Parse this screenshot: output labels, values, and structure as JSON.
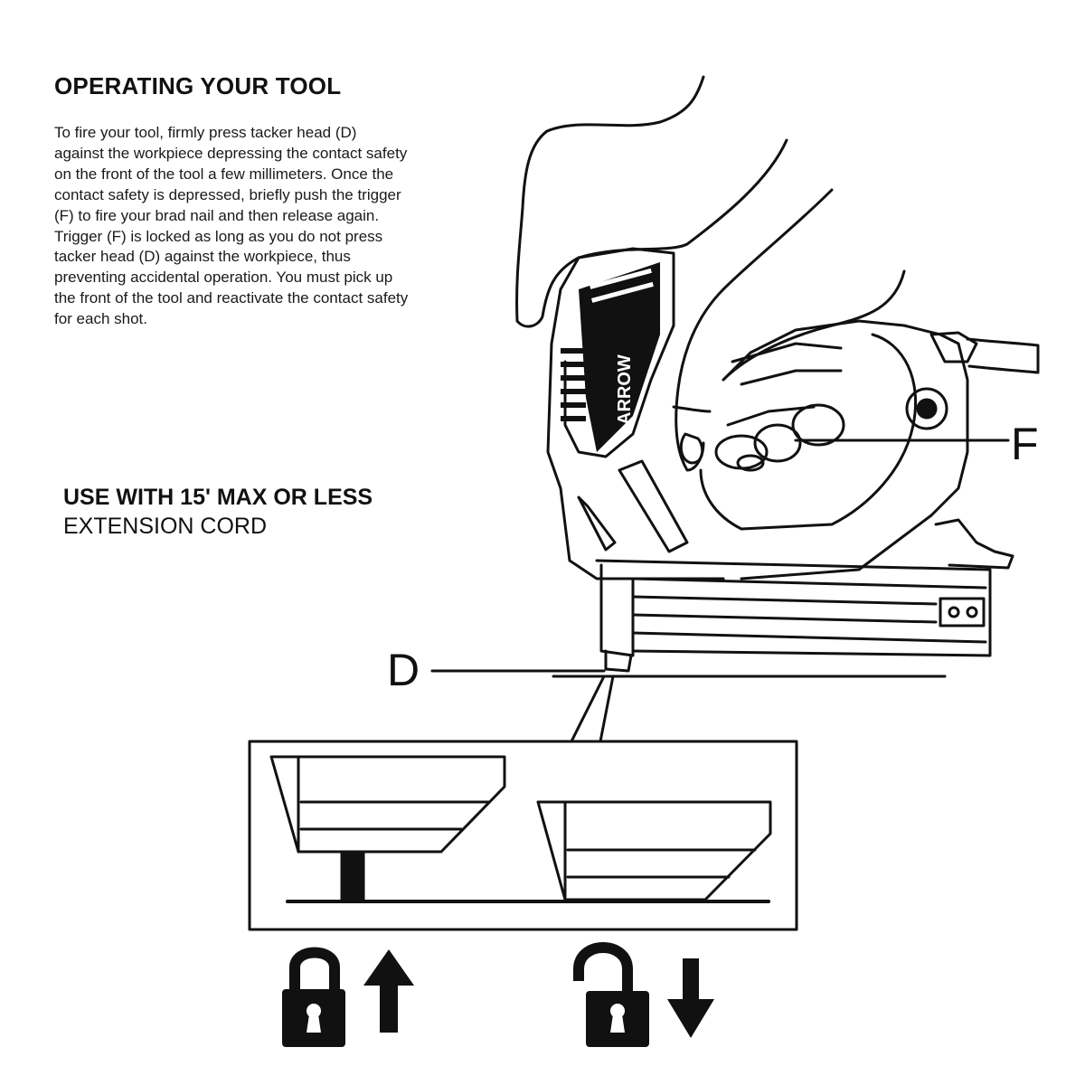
{
  "heading": "OPERATING YOUR TOOL",
  "instructions": [
    "To fire your tool, firmly press tacker head (D)",
    "against the workpiece depressing the contact safety",
    "on the front of the tool a few millimeters. Once the",
    "contact safety is depressed, briefly push the trigger",
    "(F) to fire your brad nail and then release again.",
    "Trigger (F) is locked as long as you do not press",
    "tacker head (D) against the workpiece, thus",
    "preventing accidental operation. You must pick up",
    "the front of the tool and reactivate the contact safety",
    "for each shot."
  ],
  "warning": {
    "line1": "USE WITH 15' MAX OR LESS",
    "line2": "EXTENSION CORD"
  },
  "callouts": {
    "trigger": "F",
    "tacker_head": "D"
  },
  "brand_logo": "ARROW",
  "icons": {
    "locked": "padlock-closed-icon",
    "unlocked": "padlock-open-icon",
    "up": "arrow-up-icon",
    "down": "arrow-down-icon"
  },
  "colors": {
    "ink": "#111111",
    "paper": "#ffffff"
  }
}
